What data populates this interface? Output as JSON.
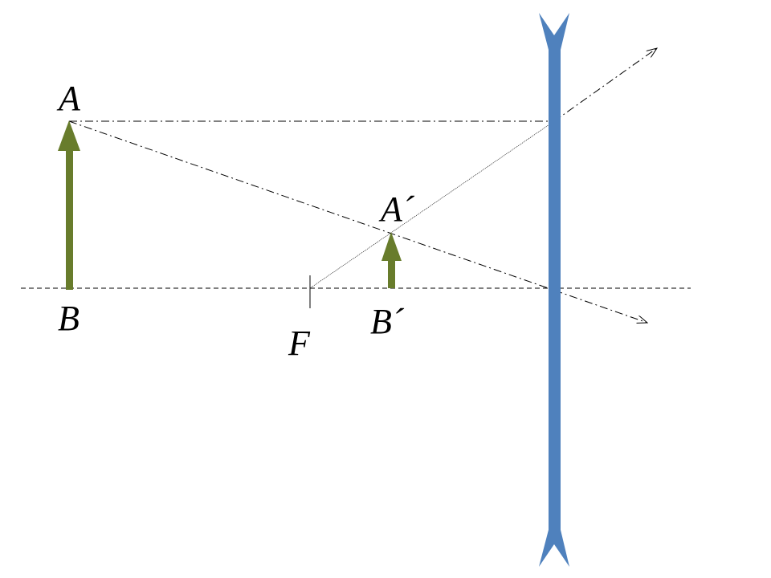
{
  "labels": {
    "A": "A",
    "B": "B",
    "F": "F",
    "A_prime": "A´",
    "B_prime": "B´"
  },
  "colors": {
    "lens": "#4F81BD",
    "arrow": "#687C2C",
    "line": "#000000",
    "background": "#FFFFFF"
  },
  "lens": {
    "type": "diverging"
  }
}
